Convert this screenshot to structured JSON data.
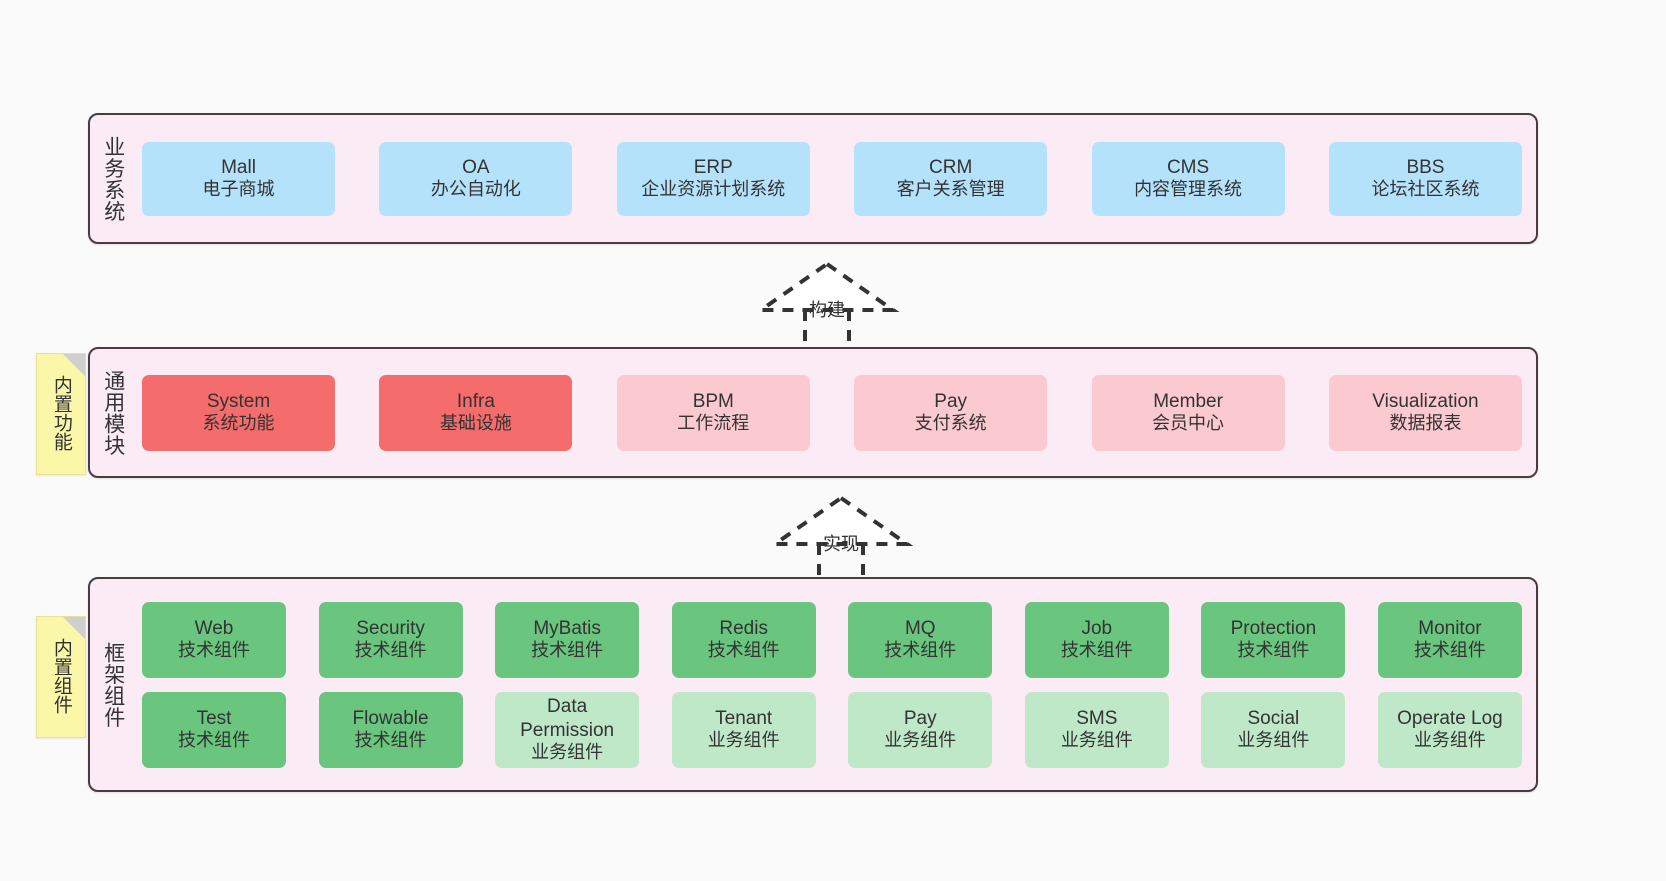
{
  "diagram": {
    "title": "System Architecture Layers",
    "colors": {
      "background": "#fafafa",
      "layer_fill": "#fbebf4",
      "layer_border": "#4a3b42",
      "business_box": "#b5e2fb",
      "module_strong": "#f56c6c",
      "module_soft": "#fbc9d0",
      "framework_tech": "#6ac57e",
      "framework_business": "#bfe8c8",
      "note_fill": "#fbf7a8",
      "note_fold": "#cfcfcf"
    }
  },
  "layers": [
    {
      "id": "business",
      "title": "业务系统",
      "boxes": [
        {
          "en": "Mall",
          "cn": "电子商城"
        },
        {
          "en": "OA",
          "cn": "办公自动化"
        },
        {
          "en": "ERP",
          "cn": "企业资源计划系统"
        },
        {
          "en": "CRM",
          "cn": "客户关系管理"
        },
        {
          "en": "CMS",
          "cn": "内容管理系统"
        },
        {
          "en": "BBS",
          "cn": "论坛社区系统"
        }
      ]
    },
    {
      "id": "module",
      "title": "通用模块",
      "note": "内置功能",
      "boxes": [
        {
          "en": "System",
          "cn": "系统功能",
          "style": "strong"
        },
        {
          "en": "Infra",
          "cn": "基础设施",
          "style": "strong"
        },
        {
          "en": "BPM",
          "cn": "工作流程",
          "style": "soft"
        },
        {
          "en": "Pay",
          "cn": "支付系统",
          "style": "soft"
        },
        {
          "en": "Member",
          "cn": "会员中心",
          "style": "soft"
        },
        {
          "en": "Visualization",
          "cn": "数据报表",
          "style": "soft"
        }
      ]
    },
    {
      "id": "framework",
      "title": "框架组件",
      "note": "内置组件",
      "rows": [
        [
          {
            "en": "Web",
            "cn": "技术组件",
            "style": "tech"
          },
          {
            "en": "Security",
            "cn": "技术组件",
            "style": "tech"
          },
          {
            "en": "MyBatis",
            "cn": "技术组件",
            "style": "tech"
          },
          {
            "en": "Redis",
            "cn": "技术组件",
            "style": "tech"
          },
          {
            "en": "MQ",
            "cn": "技术组件",
            "style": "tech"
          },
          {
            "en": "Job",
            "cn": "技术组件",
            "style": "tech"
          },
          {
            "en": "Protection",
            "cn": "技术组件",
            "style": "tech"
          },
          {
            "en": "Monitor",
            "cn": "技术组件",
            "style": "tech"
          }
        ],
        [
          {
            "en": "Test",
            "cn": "技术组件",
            "style": "tech"
          },
          {
            "en": "Flowable",
            "cn": "技术组件",
            "style": "tech"
          },
          {
            "en": "Data Permission",
            "cn": "业务组件",
            "style": "biz"
          },
          {
            "en": "Tenant",
            "cn": "业务组件",
            "style": "biz"
          },
          {
            "en": "Pay",
            "cn": "业务组件",
            "style": "biz"
          },
          {
            "en": "SMS",
            "cn": "业务组件",
            "style": "biz"
          },
          {
            "en": "Social",
            "cn": "业务组件",
            "style": "biz"
          },
          {
            "en": "Operate Log",
            "cn": "业务组件",
            "style": "biz"
          }
        ]
      ]
    }
  ],
  "connectors": [
    {
      "id": "build",
      "label": "构建"
    },
    {
      "id": "implement",
      "label": "实现"
    }
  ]
}
